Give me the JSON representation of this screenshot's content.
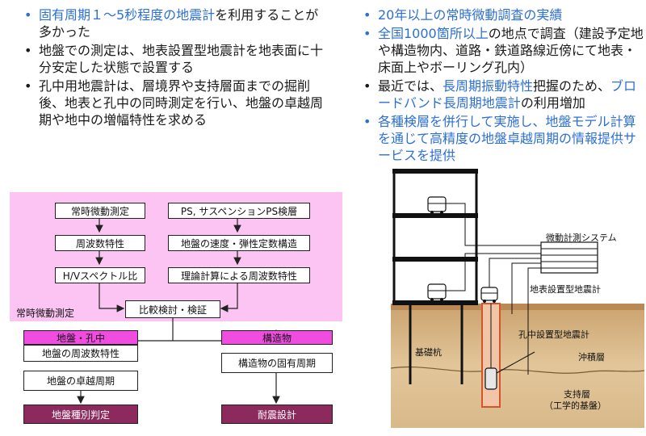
{
  "left_text": {
    "b1_hl": "固有周期１～5秒程度の地震計",
    "b1_rest": "を利用することが多かった",
    "b2": "地盤での測定は、地表設置型地震計を地表面に十分安定した状態で設置する",
    "b3": "孔中用地震計は、層境界や支持層面までの掘削後、地表と孔中の同時測定を行い、地盤の卓越周期や地中の増幅特性を求める"
  },
  "right_text": {
    "b1": "20年以上の常時微動調査の実績",
    "b2_hl": "全国1000箇所以上",
    "b2_rest": "の地点で調査（建設予定地や構造物内、道路・鉄道路線近傍にて地表・床面上やボーリング孔内）",
    "b3_a": "最近では、",
    "b3_hl1": "長周期振動特性",
    "b3_b": "把握のため、",
    "b3_hl2": "ブロードバンド長周期地震計",
    "b3_c": "の利用増加",
    "b4": "各種検層を併行して実施し、地盤モデル計算を通じて高精度の地盤卓越周期の情報提供サービスを提供"
  },
  "flow": {
    "measure_label": "常時微動測定",
    "box1": "常時微動測定",
    "box2": "周波数特性",
    "box3": "H/Vスペクトル比",
    "box4": "PS, サスペンションPS検層",
    "box5": "地盤の速度・弾性定数構造",
    "box6": "理論計算による周波数特性",
    "compare": "比較検討・検証",
    "ground_hdr": "地盤・孔中",
    "ground1": "地盤の周波数特性",
    "ground2": "地盤の卓越周期",
    "ground_out": "地盤種別判定",
    "struct_hdr": "構造物",
    "struct1": "構造物の固有周期",
    "struct_out": "耐震設計"
  },
  "building": {
    "system": "微動計測システム",
    "surface": "地表設置型地震計",
    "borehole": "孔中設置型地震計",
    "pile": "基礎杭",
    "alluvial": "沖積層",
    "support": "支持層",
    "support_sub": "（工学的基盤）"
  },
  "colors": {
    "highlight": "#2c6fd6",
    "pink_bg": "#fbc4f2",
    "pink_hdr": "#f04de0",
    "maroon": "#8c2a5e",
    "soil": "#d7b88a"
  }
}
